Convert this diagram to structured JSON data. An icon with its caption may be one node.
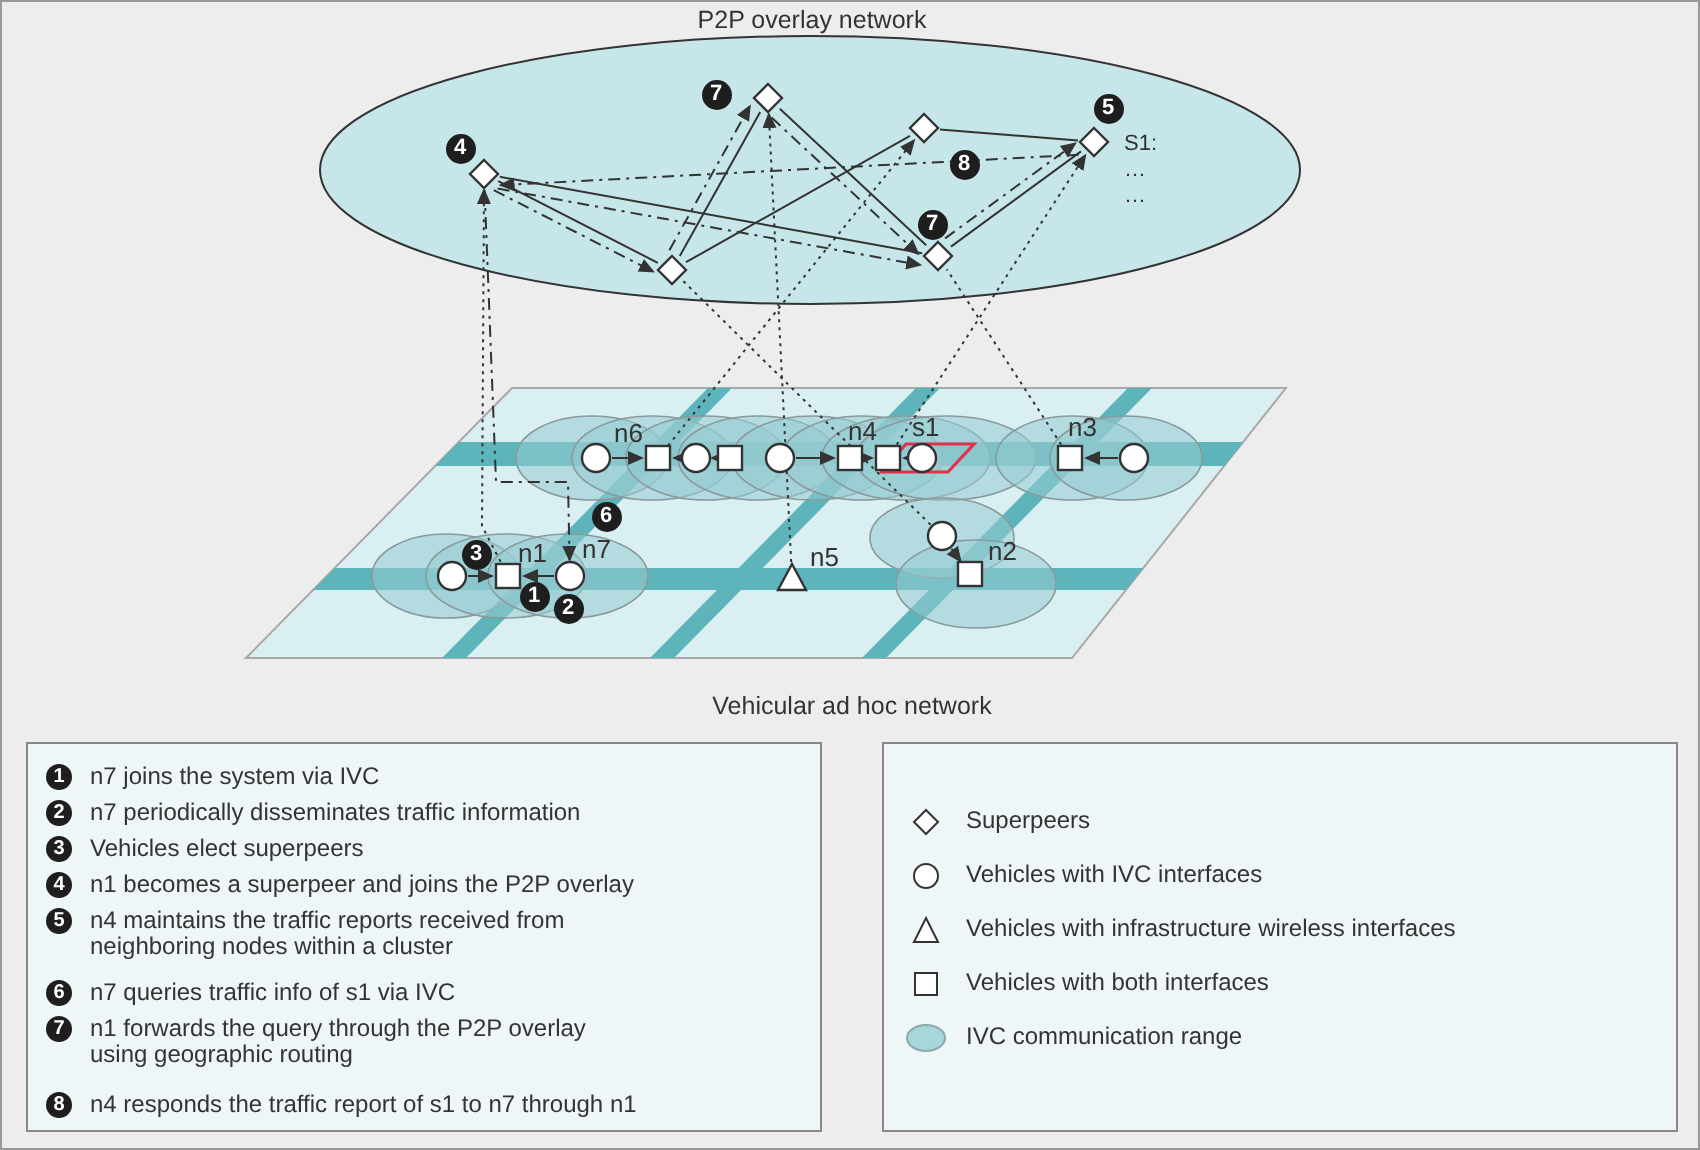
{
  "diagram": {
    "nodes": [
      {
        "text": [
          "P2P overlay network"
        ]
      },
      {
        "text": [],
        "shape": "diamond",
        "in": 0
      },
      {
        "text": [],
        "shape": "diamond",
        "in": 0
      },
      {
        "text": [],
        "shape": "diamond",
        "in": 0
      },
      {
        "text": [],
        "shape": "diamond",
        "in": 0
      },
      {
        "text": [],
        "shape": "diamond",
        "in": 0
      },
      {
        "text": [],
        "shape": "diamond",
        "in": 0
      },
      {
        "text": [
          "S1:",
          "…",
          "…"
        ],
        "in": 0
      },
      {
        "text": [
          "Vehicular ad hoc network"
        ]
      },
      {
        "text": [],
        "shape": "circle",
        "in": 8
      },
      {
        "text": [],
        "shape": "box",
        "in": 8,
        "beside": [
          "n6"
        ]
      },
      {
        "text": [],
        "shape": "circle",
        "in": 8
      },
      {
        "text": [],
        "shape": "box",
        "in": 8
      },
      {
        "text": [],
        "shape": "circle",
        "in": 8
      },
      {
        "text": [],
        "shape": "box",
        "in": 8
      },
      {
        "text": [],
        "shape": "box",
        "in": 8,
        "beside": [
          "n4"
        ]
      },
      {
        "text": [],
        "shape": "circle",
        "in": 8,
        "beside": [
          "s1"
        ]
      },
      {
        "text": [],
        "shape": "box",
        "in": 8,
        "beside": [
          "n3"
        ]
      },
      {
        "text": [],
        "shape": "circle",
        "in": 8
      },
      {
        "text": [],
        "shape": "circle",
        "in": 8
      },
      {
        "text": [],
        "shape": "box",
        "in": 8,
        "beside": [
          "n1"
        ]
      },
      {
        "text": [],
        "shape": "circle",
        "in": 8,
        "beside": [
          "n7"
        ]
      },
      {
        "text": [],
        "shape": "triangle",
        "in": 8,
        "beside": [
          "n5"
        ]
      },
      {
        "text": [],
        "shape": "circle",
        "in": 8
      },
      {
        "text": [],
        "shape": "box",
        "in": 8,
        "beside": [
          "n2"
        ]
      }
    ],
    "edges": [
      {
        "from": 1,
        "to": 6,
        "arrow": "none"
      },
      {
        "from": 1,
        "to": 3,
        "arrow": "none"
      },
      {
        "from": 2,
        "to": 3,
        "arrow": "none"
      },
      {
        "from": 2,
        "to": 6,
        "arrow": "none"
      },
      {
        "from": 3,
        "to": 4,
        "arrow": "none"
      },
      {
        "from": 4,
        "to": 5,
        "arrow": "none"
      },
      {
        "from": 5,
        "to": 6,
        "arrow": "none"
      },
      {
        "from": 1,
        "to": 3,
        "arrow": "to",
        "style": "dashed"
      },
      {
        "from": 3,
        "to": 2,
        "arrow": "to",
        "style": "dashed"
      },
      {
        "from": 2,
        "to": 6,
        "arrow": "to",
        "style": "dashed"
      },
      {
        "from": 1,
        "to": 6,
        "arrow": "to",
        "style": "dashed"
      },
      {
        "from": 6,
        "to": 5,
        "arrow": "to",
        "style": "dashed"
      },
      {
        "from": 5,
        "to": 1,
        "arrow": "to",
        "style": "dashed"
      },
      {
        "from": 20,
        "to": 1,
        "arrow": "to",
        "style": "dashed"
      },
      {
        "from": 1,
        "to": 21,
        "arrow": "to",
        "style": "dashed"
      },
      {
        "from": 22,
        "to": 2,
        "arrow": "to",
        "style": "dashed"
      },
      {
        "from": 10,
        "to": 4,
        "arrow": "to",
        "style": "dashed"
      },
      {
        "from": 15,
        "to": 5,
        "arrow": "to",
        "style": "dashed"
      },
      {
        "from": 17,
        "to": 6,
        "arrow": "none",
        "style": "dashed"
      },
      {
        "from": 3,
        "to": 23,
        "arrow": "none",
        "style": "dashed"
      },
      {
        "from": 23,
        "to": 24,
        "arrow": "to",
        "style": "dashed"
      },
      {
        "from": 9,
        "to": 10,
        "arrow": "to"
      },
      {
        "from": 11,
        "to": 10,
        "arrow": "to"
      },
      {
        "from": 12,
        "to": 11,
        "arrow": "to"
      },
      {
        "from": 13,
        "to": 14,
        "arrow": "to"
      },
      {
        "from": 14,
        "to": 15,
        "arrow": "to"
      },
      {
        "from": 16,
        "to": 15,
        "arrow": "to"
      },
      {
        "from": 18,
        "to": 17,
        "arrow": "to"
      },
      {
        "from": 19,
        "to": 20,
        "arrow": "to"
      },
      {
        "from": 21,
        "to": 20,
        "arrow": "to"
      }
    ],
    "labels": [
      "7",
      "5",
      "4",
      "8",
      "7",
      "6",
      "3",
      "1",
      "2",
      "1",
      "n7 joins the system via IVC",
      "2",
      "n7 periodically disseminates traffic information",
      "3",
      "Vehicles elect superpeers",
      "4",
      "n1 becomes a superpeer and joins the P2P overlay",
      "5",
      "n4 maintains the traffic reports received from neighboring nodes within a cluster",
      "6",
      "n7 queries traffic info of s1 via IVC",
      "7",
      "n1 forwards the query through the P2P overlay using geographic routing",
      "8",
      "n4 responds the traffic report of s1 to n7 through n1"
    ],
    "legend": [
      {
        "text": "Superpeers"
      },
      {
        "text": "Vehicles with IVC interfaces"
      },
      {
        "text": "Vehicles with infrastructure wireless interfaces"
      },
      {
        "text": "Vehicles with both interfaces"
      },
      {
        "text": "IVC communication range",
        "color": "#a9d6da"
      }
    ]
  }
}
